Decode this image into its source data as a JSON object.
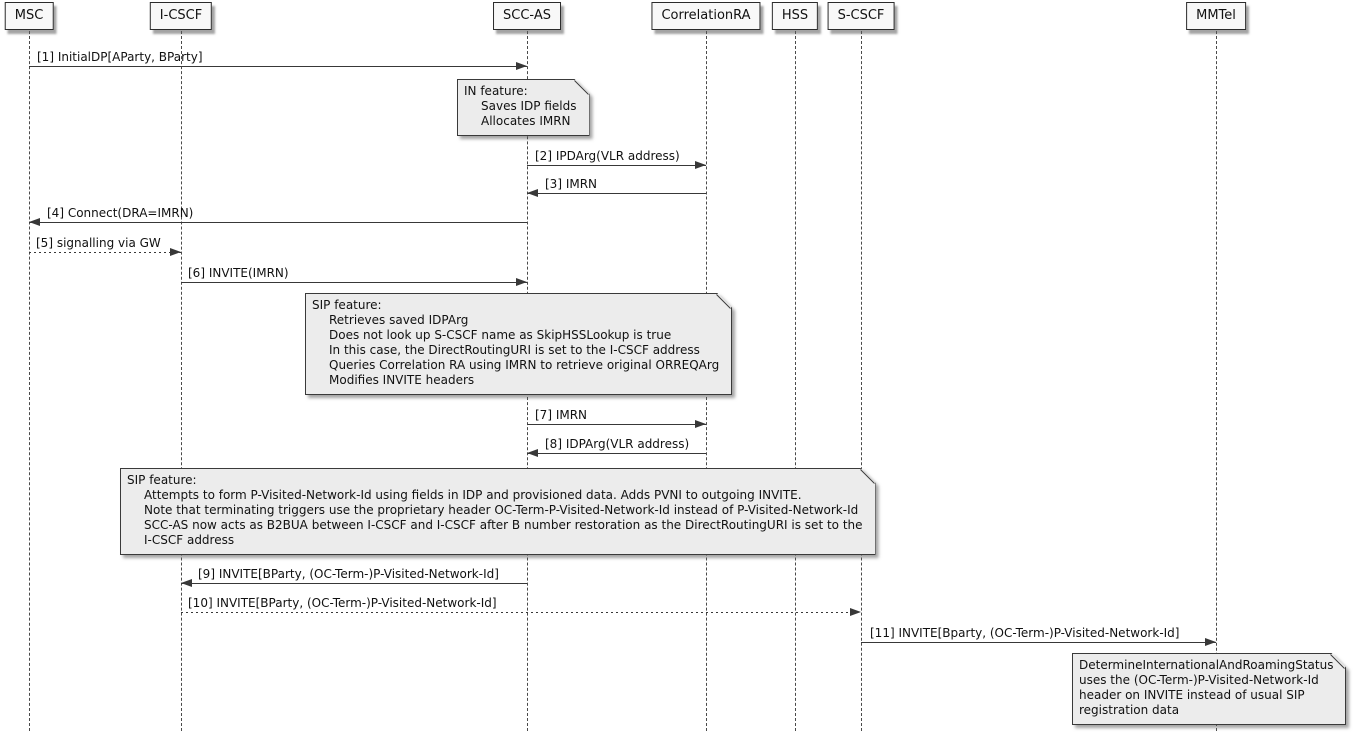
{
  "diagram_type": "uml-sequence-diagram",
  "participants": [
    {
      "label": "MSC"
    },
    {
      "label": "I-CSCF"
    },
    {
      "label": "SCC-AS"
    },
    {
      "label": "CorrelationRA"
    },
    {
      "label": "HSS"
    },
    {
      "label": "S-CSCF"
    },
    {
      "label": "MMTel"
    }
  ],
  "messages": [
    {
      "label": "[1] InitialDP[AParty, BParty]",
      "from": "MSC",
      "to": "SCC-AS",
      "line": "solid"
    },
    {
      "label": "[2] IPDArg(VLR address)",
      "from": "SCC-AS",
      "to": "CorrelationRA",
      "line": "solid"
    },
    {
      "label": "[3] IMRN",
      "from": "CorrelationRA",
      "to": "SCC-AS",
      "line": "solid"
    },
    {
      "label": "[4] Connect(DRA=IMRN)",
      "from": "SCC-AS",
      "to": "MSC",
      "line": "solid"
    },
    {
      "label": "[5] signalling via GW",
      "from": "MSC",
      "to": "I-CSCF",
      "line": "dotted"
    },
    {
      "label": "[6] INVITE(IMRN)",
      "from": "I-CSCF",
      "to": "SCC-AS",
      "line": "solid"
    },
    {
      "label": "[7] IMRN",
      "from": "SCC-AS",
      "to": "CorrelationRA",
      "line": "solid"
    },
    {
      "label": "[8] IDPArg(VLR address)",
      "from": "CorrelationRA",
      "to": "SCC-AS",
      "line": "solid"
    },
    {
      "label": "[9] INVITE[BParty, (OC-Term-)P-Visited-Network-Id]",
      "from": "SCC-AS",
      "to": "I-CSCF",
      "line": "solid"
    },
    {
      "label": "[10] INVITE[BParty, (OC-Term-)P-Visited-Network-Id]",
      "from": "I-CSCF",
      "to": "S-CSCF",
      "line": "dotted"
    },
    {
      "label": "[11] INVITE[Bparty, (OC-Term-)P-Visited-Network-Id]",
      "from": "S-CSCF",
      "to": "MMTel",
      "line": "solid"
    }
  ],
  "notes": [
    {
      "title": "IN feature:",
      "lines": [
        "Saves IDP fields",
        "Allocates IMRN"
      ]
    },
    {
      "title": "SIP feature:",
      "lines": [
        "Retrieves saved IDPArg",
        "Does not look up S-CSCF name as SkipHSSLookup is true",
        "In this case, the DirectRoutingURI is set to the I-CSCF address",
        "Queries Correlation RA using IMRN to retrieve original ORREQArg",
        "Modifies INVITE headers"
      ]
    },
    {
      "title": "SIP feature:",
      "lines": [
        "Attempts to form P-Visited-Network-Id using fields in IDP and provisioned data. Adds PVNI to outgoing INVITE.",
        "Note that terminating triggers use the proprietary header OC-Term-P-Visited-Network-Id instead of P-Visited-Network-Id",
        "SCC-AS now acts as B2BUA between I-CSCF and I-CSCF after B number restoration as the DirectRoutingURI is set to the",
        "I-CSCF address"
      ]
    },
    {
      "lines": [
        "DetermineInternationalAndRoamingStatus",
        "uses the (OC-Term-)P-Visited-Network-Id",
        "header on INVITE instead of usual SIP",
        "registration data"
      ]
    }
  ],
  "colors": {
    "background": "#ffffff",
    "participant_fill": "#f8f8f8",
    "note_fill": "#ececec",
    "line": "#383838",
    "text": "#111111"
  }
}
